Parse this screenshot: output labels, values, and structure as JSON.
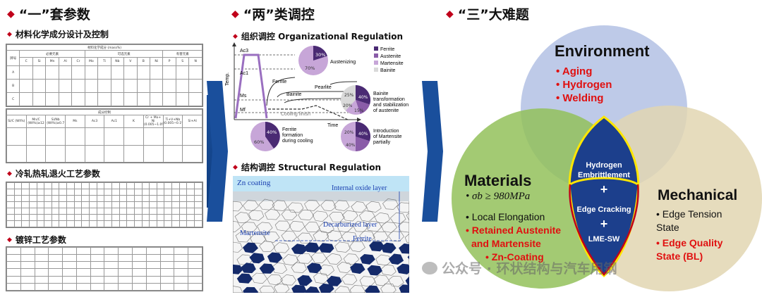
{
  "section1": {
    "title": "“一”套参数",
    "sub1": "材料化学成分设计及控制",
    "sub2": "冷轧热轧退火工艺参数",
    "sub3": "镀锌工艺参数",
    "table1_caption": "材料化学成分 (mass%)",
    "table1_groups": [
      "必要元素",
      "可选元素",
      "有害元素"
    ],
    "table1_header": [
      "牌号",
      "C",
      "Si",
      "Mn",
      "Al",
      "Cr",
      "Mo",
      "Ti",
      "Nb",
      "V",
      "B",
      "Ni",
      "P",
      "S",
      "N"
    ],
    "table1_rows": [
      "A",
      "B",
      "C"
    ],
    "table1b_caption": "成分控制",
    "table1b_header": [
      "Si/C\n(Wt%)",
      "Mn/C\n(Wt%)≥12",
      "Si/Nb\n(Wt%)≥0.7",
      "Ms",
      "Ac3",
      "Ac1",
      "K",
      "Cr + Mo+ Ni (0.005~1.0%)",
      "Ti+V+Nb (0.005~0.1%)",
      "Si+Al"
    ]
  },
  "section2": {
    "title": "“两”类调控",
    "sub1": "组织调控 Organizational Regulation",
    "sub2": "结构调控 Structural Regulation",
    "legend": [
      "Ferrite",
      "Austenite",
      "Martensite",
      "Bainite"
    ],
    "legend_colors": [
      "#4a2a73",
      "#8a5ca8",
      "#c7a6d8",
      "#d9d9d9"
    ],
    "chart_labels": {
      "ac3": "Ac3",
      "ac1": "Ac1",
      "ms": "Ms",
      "mf": "Mf",
      "temp": "Temp.",
      "time": "Time",
      "ferrite": "Ferrite",
      "bainite": "Bainite",
      "pearlite": "Pearlite",
      "cooling": "Cooling finish",
      "austenizing": "Austenizing",
      "bainite_note": "Bainite transformation and stabilization of austenite",
      "ferrite_note": "Ferrite formation during cooling",
      "martensite_note": "Introduction of Martensite partially"
    },
    "pies": {
      "p1": [
        "30%",
        "70%"
      ],
      "p2": [
        "25%",
        "40%",
        "20%",
        "15%"
      ],
      "p3": [
        "40%",
        "60%"
      ],
      "p4": [
        "20%",
        "40%",
        "40%"
      ]
    },
    "micro_labels": {
      "zn": "Zn coating",
      "oxide": "Internal oxide layer",
      "decarb": "Decarburized layer",
      "martensite": "Martensite",
      "ferrite": "Ferrite"
    }
  },
  "section3": {
    "title": "“三”大难题",
    "environment": {
      "title": "Environment",
      "items": [
        "• Aging",
        "• Hydrogen",
        "• Welding"
      ]
    },
    "materials": {
      "title": "Materials",
      "formula": "σb ≥ 980MPa",
      "items_black": [
        "• Local Elongation"
      ],
      "items_red": [
        "• Retained Austenite",
        "and Martensite",
        "• Zn-Coating"
      ]
    },
    "mechanical": {
      "title": "Mechanical",
      "items_black": [
        "• Edge Tension",
        "State"
      ],
      "items_red": [
        "• Edge Quality",
        "State (BL)"
      ]
    },
    "center": {
      "top": [
        "Hydrogen",
        "Embrittlement"
      ],
      "plus": "+",
      "mid": "Edge Cracking",
      "bottom": "LME-SW"
    },
    "colors": {
      "environment": "#b9c6e6",
      "materials": "#93c15a",
      "mechanical": "#e2d6b2",
      "center": "#1c3f8c",
      "center_border": "#ffe600"
    }
  },
  "watermark": "公众号 · 环状结构与汽车用钢"
}
